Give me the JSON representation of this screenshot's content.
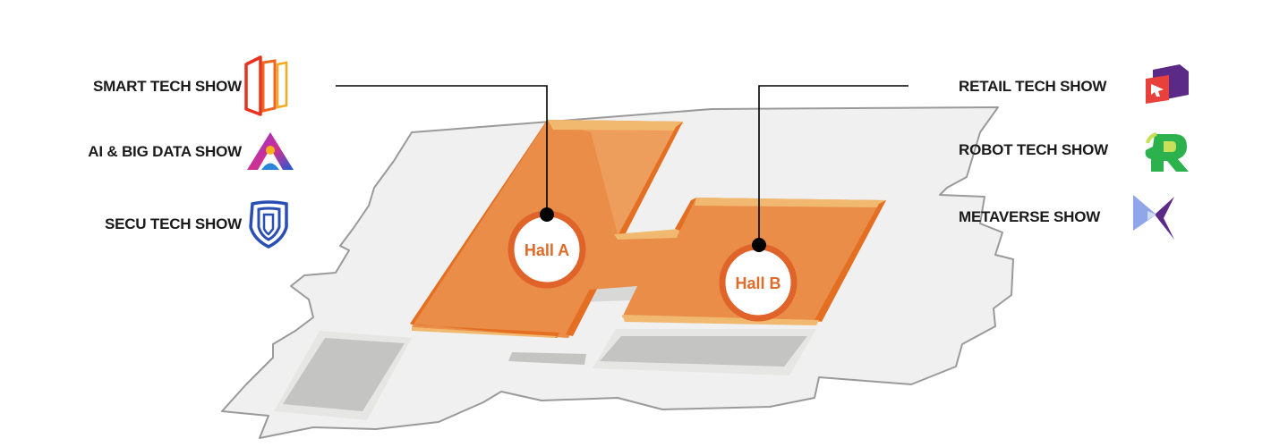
{
  "shows_left": [
    {
      "label": "SMART TECH SHOW",
      "icon": "smart-tech-show-logo-icon"
    },
    {
      "label": "AI & BIG DATA SHOW",
      "icon": "ai-big-data-show-logo-icon"
    },
    {
      "label": "SECU TECH SHOW",
      "icon": "secu-tech-show-logo-icon"
    }
  ],
  "shows_right": [
    {
      "label": "RETAIL TECH SHOW",
      "icon": "retail-tech-show-logo-icon"
    },
    {
      "label": "ROBOT TECH SHOW",
      "icon": "robot-tech-show-logo-icon"
    },
    {
      "label": "METAVERSE SHOW",
      "icon": "metaverse-show-logo-icon"
    }
  ],
  "halls": [
    {
      "label": "Hall A"
    },
    {
      "label": "Hall B"
    }
  ],
  "colors": {
    "hall_fill": "#e98d48",
    "hall_edge": "#e46f22",
    "hall_highlight": "#f1b96f",
    "building_fill": "#f0f0f0",
    "building_outline": "#9a9a9a",
    "parking_fill": "#c4c4c2",
    "marker_ring": "#e0632a",
    "leader_line": "#000000"
  }
}
